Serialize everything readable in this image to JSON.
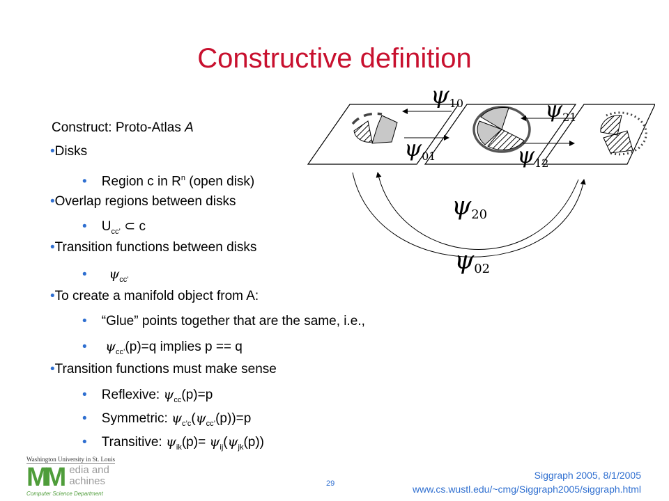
{
  "slide": {
    "title": "Constructive definition",
    "intro_prefix": "Construct: Proto-Atlas ",
    "intro_var": "A",
    "bullets": {
      "disks": "Disks",
      "region_pre": "Region c in R",
      "region_sup": "n",
      "region_post": " (open disk)",
      "overlap": "Overlap regions between disks",
      "u": "U",
      "u_sub": "cc’",
      "subset": "⊂",
      "u_post": " c",
      "transition": "Transition functions between disks",
      "psi": "ψ",
      "psi_sub": "cc’",
      "create": "To create a manifold object from A:",
      "glue": "“Glue” points together that are the same, i.e.,",
      "implies_sub": "cc’",
      "implies_post": "(p)=q implies p == q",
      "sense": "Transition functions must make sense",
      "reflexive_pre": "Reflexive: ",
      "reflexive_sub": "cc",
      "reflexive_post": "(p)=p",
      "symmetric_pre": "Symmetric: ",
      "symmetric_sub1": "c’c",
      "symmetric_mid": "(",
      "symmetric_sub2": "cc’",
      "symmetric_post": "(p))=p",
      "transitive_pre": "Transitive: ",
      "transitive_sub1": "ik",
      "transitive_mid1": "(p)= ",
      "transitive_sub2": "ij",
      "transitive_mid2": "(",
      "transitive_sub3": "jk",
      "transitive_post": "(p))"
    }
  },
  "diagram": {
    "psi": "ψ",
    "labels": [
      "10",
      "01",
      "21",
      "12",
      "20",
      "02"
    ]
  },
  "footer": {
    "university": "Washington University in St. Louis",
    "logo_mm": "M",
    "logo_word1": "edia and",
    "logo_word2": "achines",
    "department": "Computer Science Department",
    "page_number": "29",
    "conference": "Siggraph 2005, 8/1/2005",
    "url": "www.cs.wustl.edu/~cmg/Siggraph2005/siggraph.html"
  },
  "colors": {
    "title": "#c8102e",
    "bullet": "#2f6fd0",
    "footer": "#2f6fd0",
    "logo_green": "#4f9d3a"
  }
}
